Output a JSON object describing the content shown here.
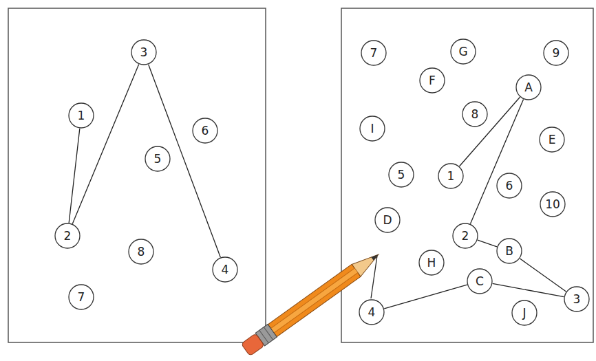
{
  "diagram": {
    "nodes": [
      {
        "text": [
          "3"
        ]
      },
      {
        "text": [
          "1"
        ]
      },
      {
        "text": [
          "6"
        ]
      },
      {
        "text": [
          "5"
        ]
      },
      {
        "text": [
          "2"
        ]
      },
      {
        "text": [
          "8"
        ]
      },
      {
        "text": [
          "4"
        ]
      },
      {
        "text": [
          "7"
        ]
      },
      {
        "text": [
          "7"
        ]
      },
      {
        "text": [
          "G"
        ]
      },
      {
        "text": [
          "9"
        ]
      },
      {
        "text": [
          "F"
        ]
      },
      {
        "text": [
          "A"
        ]
      },
      {
        "text": [
          "8"
        ]
      },
      {
        "text": [
          "I"
        ]
      },
      {
        "text": [
          "E"
        ]
      },
      {
        "text": [
          "5"
        ]
      },
      {
        "text": [
          "1"
        ]
      },
      {
        "text": [
          "6"
        ]
      },
      {
        "text": [
          "10"
        ]
      },
      {
        "text": [
          "D"
        ]
      },
      {
        "text": [
          "2"
        ]
      },
      {
        "text": [
          "B"
        ]
      },
      {
        "text": [
          "H"
        ]
      },
      {
        "text": [
          "C"
        ]
      },
      {
        "text": [
          "3"
        ]
      },
      {
        "text": [
          "J"
        ]
      },
      {
        "text": [
          "4"
        ]
      }
    ],
    "edges": [
      {
        "from": 1,
        "to": 4,
        "arrow": "none"
      },
      {
        "from": 4,
        "to": 0,
        "arrow": "none"
      },
      {
        "from": 0,
        "to": 6,
        "arrow": "none"
      },
      {
        "from": 17,
        "to": 12,
        "arrow": "none"
      },
      {
        "from": 12,
        "to": 21,
        "arrow": "none"
      },
      {
        "from": 21,
        "to": 22,
        "arrow": "none"
      },
      {
        "from": 22,
        "to": 25,
        "arrow": "none"
      },
      {
        "from": 25,
        "to": 24,
        "arrow": "none"
      },
      {
        "from": 24,
        "to": 27,
        "arrow": "none"
      }
    ]
  }
}
